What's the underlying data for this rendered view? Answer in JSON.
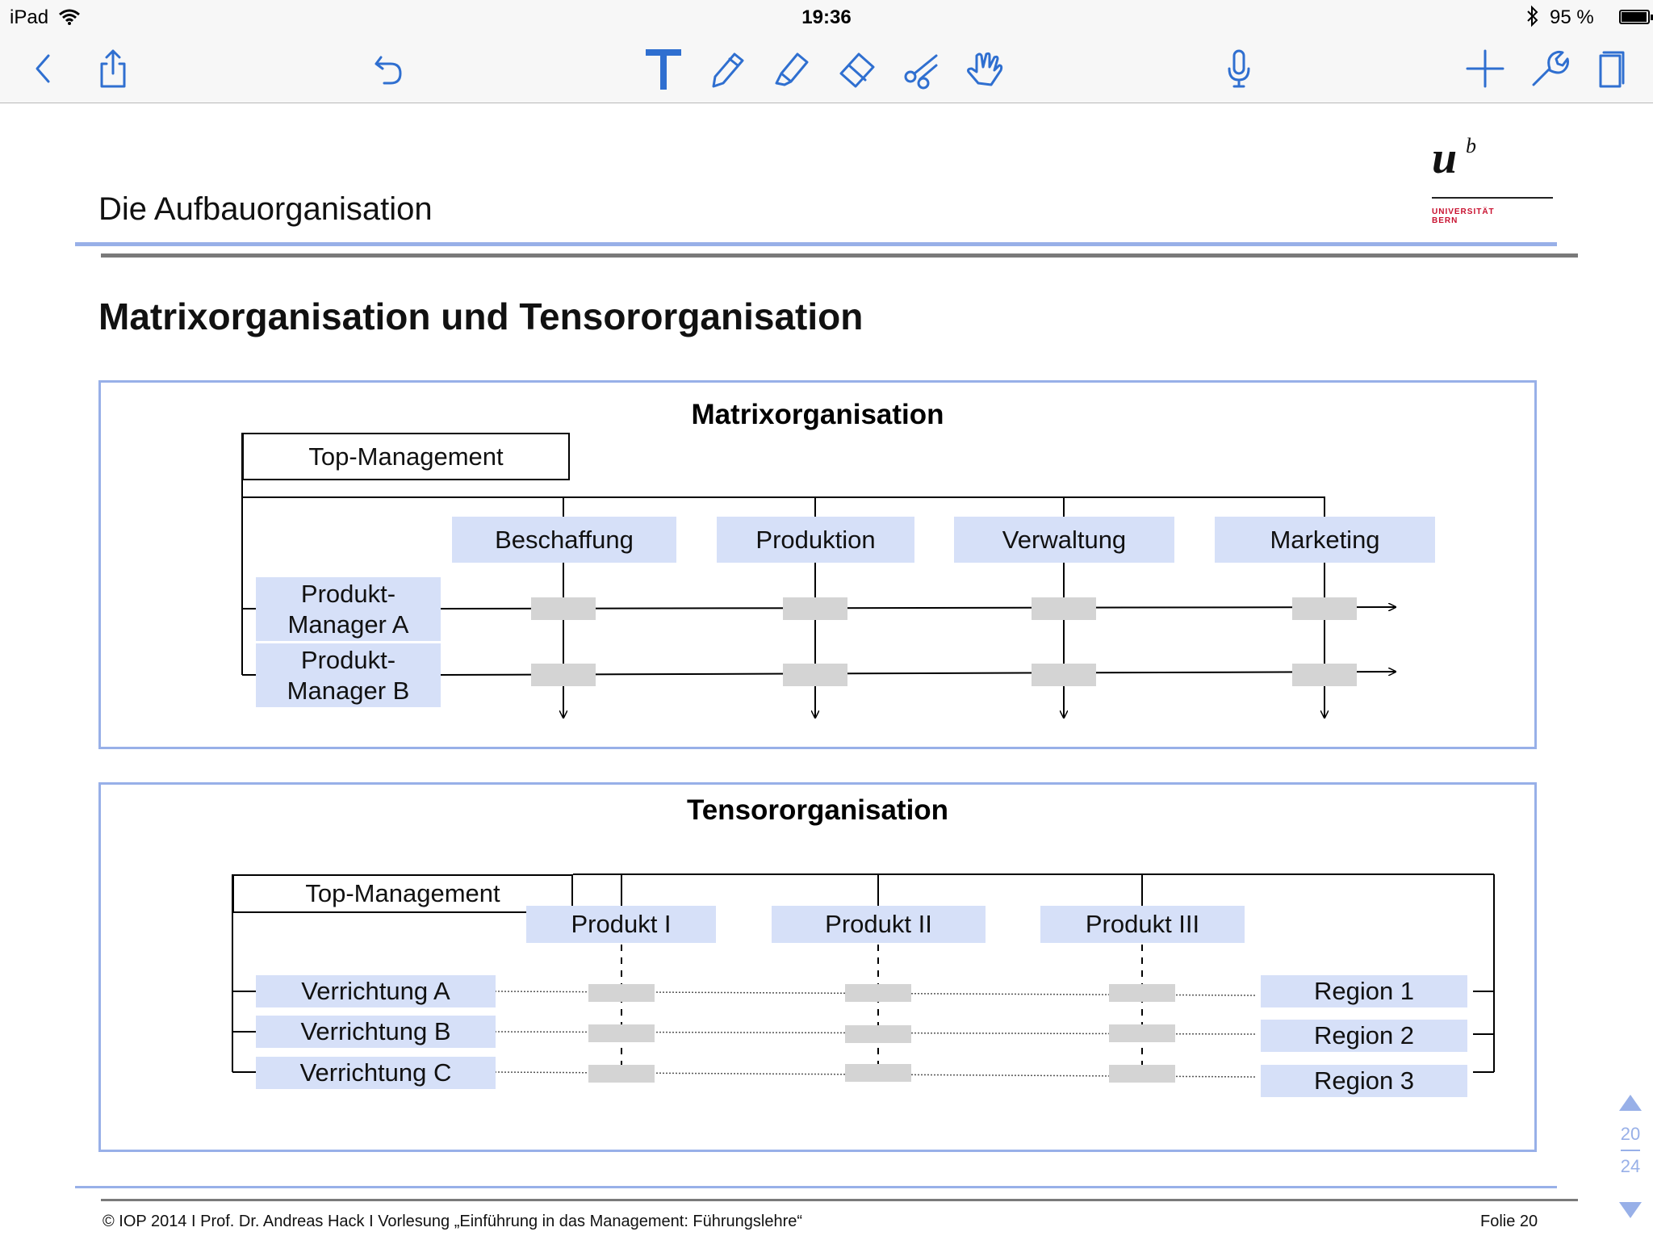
{
  "status_bar": {
    "device": "iPad",
    "time": "19:36",
    "battery": "95 %"
  },
  "toolbar": {
    "icons": [
      "back-chevron-icon",
      "share-icon",
      "undo-icon",
      "text-tool-icon",
      "pen-icon",
      "highlighter-icon",
      "eraser-icon",
      "scissors-icon",
      "hand-pointer-icon",
      "microphone-icon",
      "add-icon",
      "wrench-icon",
      "pages-icon"
    ],
    "accent_color": "#2f6fd0"
  },
  "slide": {
    "title": "Die Aufbauorganisation",
    "logo": {
      "u": "u",
      "b": "b",
      "small_b": "b",
      "line1": "UNIVERSITÄT",
      "line2": "BERN"
    },
    "subtitle": "Matrixorganisation und Tensororganisation",
    "matrix": {
      "title": "Matrixorganisation",
      "top_management": "Top-Management",
      "functions": [
        "Beschaffung",
        "Produktion",
        "Verwaltung",
        "Marketing"
      ],
      "managers": [
        {
          "line1": "Produkt-",
          "line2": "Manager A"
        },
        {
          "line1": "Produkt-",
          "line2": "Manager B"
        }
      ]
    },
    "tensor": {
      "title": "Tensororganisation",
      "top_management": "Top-Management",
      "products": [
        "Produkt I",
        "Produkt II",
        "Produkt III"
      ],
      "functions": [
        "Verrichtung A",
        "Verrichtung B",
        "Verrichtung C"
      ],
      "regions": [
        "Region 1",
        "Region 2",
        "Region 3"
      ]
    },
    "footer": {
      "text": "© IOP 2014 I Prof. Dr. Andreas Hack I Vorlesung „Einführung in das Management: Führungslehre“",
      "slide_number": "Folie 20"
    },
    "colors": {
      "accent_blue": "#98b0e8",
      "box_blue": "#d6e0f8",
      "cell_gray": "#d4d4d4",
      "logo_red": "#c8102e"
    }
  },
  "pager": {
    "current": "20",
    "total": "24"
  }
}
